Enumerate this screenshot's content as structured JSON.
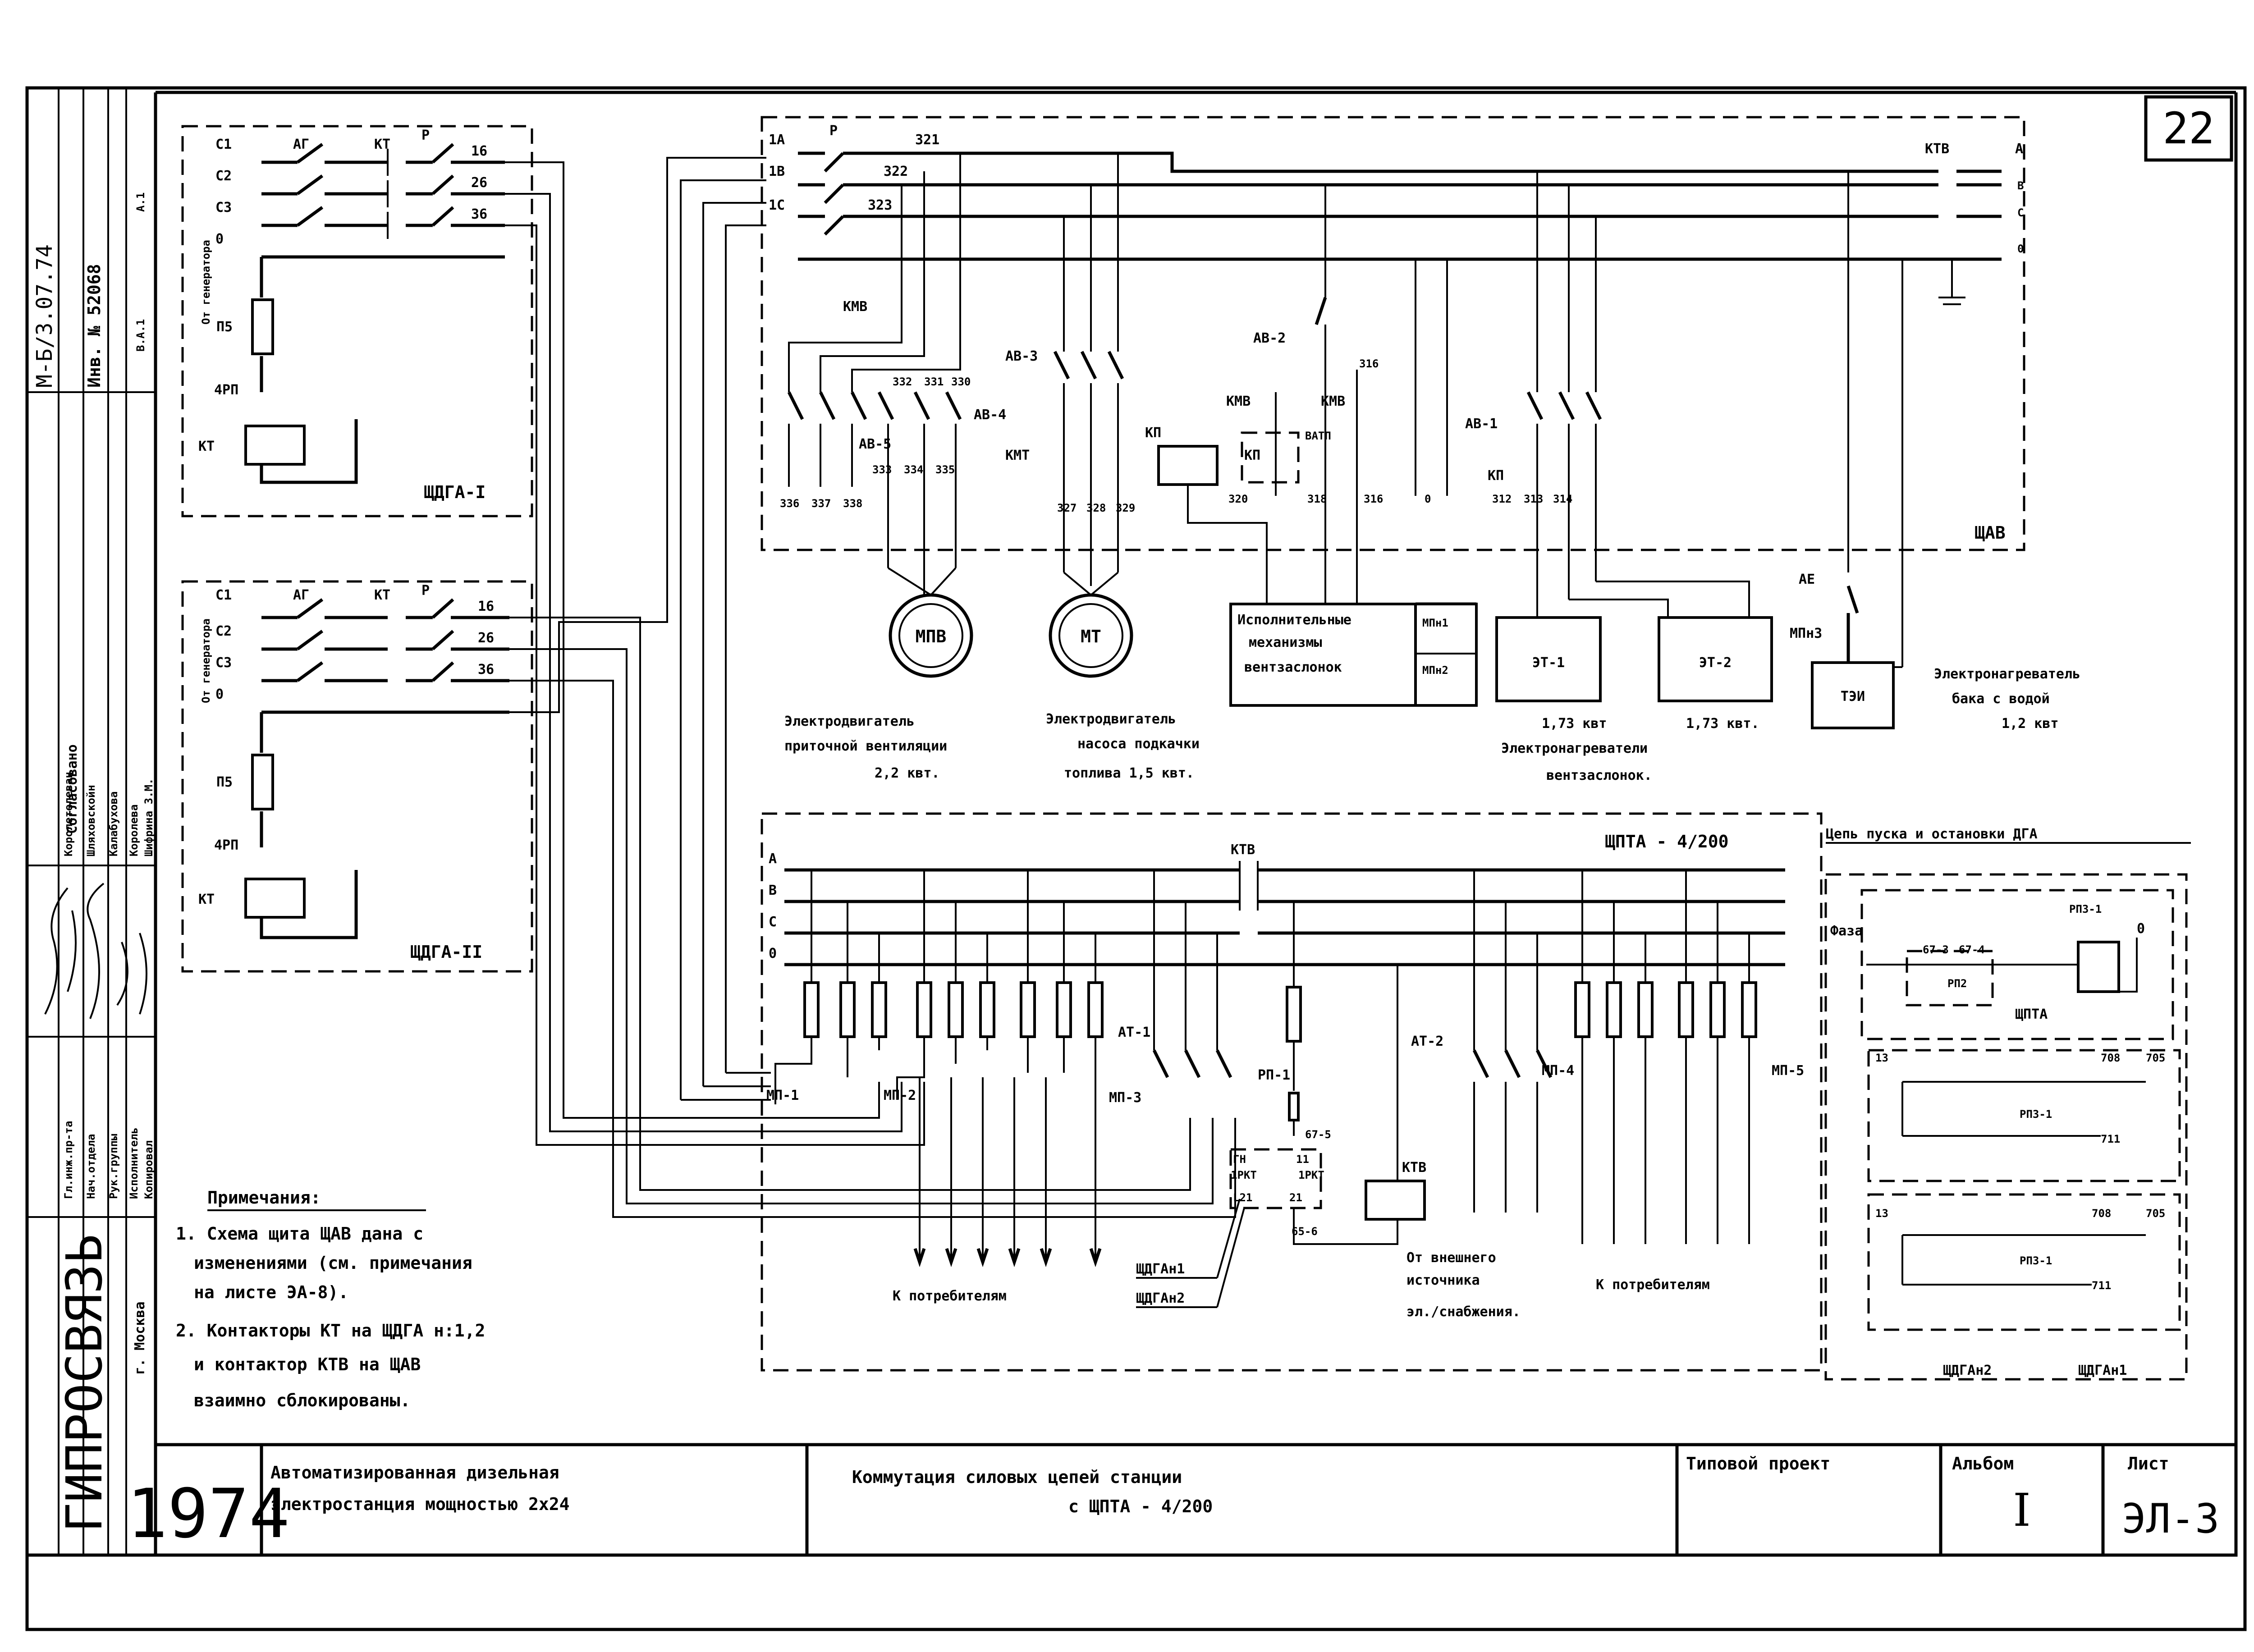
{
  "sheet_number": "22",
  "side_stamp": {
    "code": "М-Б/3.07.74",
    "inventory": "Инв. № 52068",
    "marks": [
      "А.1",
      "В.А.1"
    ],
    "agreed": "Согласовано",
    "roles": [
      "Гл.инж.пр-та",
      "Нач.отдела",
      "Рук.группы",
      "Исполнитель",
      "Копировал"
    ],
    "names": [
      "Королетелеван",
      "Шляховскойн",
      "Калабухова",
      "Королева",
      "Шифрина З.М."
    ],
    "org": "ГИПРОСВЯЗЬ",
    "city": "г. Москва"
  },
  "panels": {
    "sdga1": {
      "label": "ЩДГА-I",
      "gen": "От генератора",
      "phases": [
        "С1",
        "С2",
        "С3",
        "0"
      ],
      "outs": [
        "16",
        "26",
        "36"
      ],
      "ag": "АГ",
      "kt": "КТ",
      "p": "Р",
      "p5": "П5",
      "rp": "4РП",
      "coil": "КТ"
    },
    "sdga2": {
      "label": "ЩДГА-II",
      "gen": "От генератора",
      "phases": [
        "С1",
        "С2",
        "С3",
        "0"
      ],
      "outs": [
        "16",
        "26",
        "36"
      ],
      "ag": "АГ",
      "kt": "КТ",
      "p": "Р",
      "p5": "П5",
      "rp": "4РП",
      "coil": "КТ"
    },
    "shav": {
      "label": "ЩАВ",
      "bus": [
        "1А",
        "1В",
        "1С"
      ],
      "p": "Р",
      "nums": [
        "321",
        "322",
        "323"
      ],
      "ktv": "КТВ",
      "phases": [
        "А",
        "В",
        "С",
        "0"
      ],
      "kmv": "КМВ",
      "av5": "АВ-5",
      "av4": "АВ-4",
      "av3": "АВ-3",
      "kmt": "КМТ",
      "kp": "КП",
      "av2": "АВ-2",
      "n316": "316",
      "kmv2": "КМВ",
      "kmv3": "КМВ",
      "vatp": "ВАТП",
      "kp2": "КП",
      "av1": "АВ-1",
      "kp3": "КП",
      "ae": "АЕ",
      "mpn3": "МПн3",
      "top_terms": [
        "332",
        "331",
        "330"
      ],
      "terms_a": [
        "336",
        "337",
        "338"
      ],
      "terms_b": [
        "333",
        "334",
        "335"
      ],
      "terms_c": [
        "327",
        "328",
        "329"
      ],
      "terms_d": [
        "320",
        "318",
        "316",
        "0"
      ],
      "terms_e": [
        "312",
        "313",
        "314"
      ]
    },
    "shpta": {
      "label": "ЩПТА - 4/200",
      "ktv": "КТВ",
      "phases": [
        "А",
        "В",
        "С",
        "0"
      ],
      "mp1": "МП-1",
      "mp2": "МП-2",
      "at1": "АТ-1",
      "mp3": "МП-3",
      "rp1": "РП-1",
      "at2": "АТ-2",
      "mp4": "МП-4",
      "mp5": "МП-5",
      "n675": "67-5",
      "n656": "65-6",
      "gn": "ГН",
      "rkt1": "1РКТ",
      "rkt2": "1РКТ",
      "n11": "11",
      "n21": "21",
      "l21": "L21",
      "coil": "КТВ"
    }
  },
  "devices": {
    "mpv": "МПВ",
    "mt": "МТ",
    "mpv_caption": [
      "Электродвигатель",
      "приточной вентиляции",
      "2,2 квт."
    ],
    "mt_caption": [
      "Электродвигатель",
      "насоса подкачки",
      "топлива 1,5 квт."
    ],
    "exec": [
      "Исполнительные",
      "механизмы",
      "вентзаслонок"
    ],
    "mpn1": "МПн1",
    "mpn2": "МПн2",
    "et1": "ЭТ-1",
    "et2": "ЭТ-2",
    "et1_power": "1,73 квт",
    "et2_power": "1,73 квт.",
    "et_caption": [
      "Электронагреватели",
      "вентзаслонок."
    ],
    "tei": "ТЭИ",
    "tei_caption": [
      "Электронагреватель",
      "бака с водой",
      "1,2 квт"
    ]
  },
  "captions": {
    "consumers_left": "К потребителям",
    "consumers_right": "К потребителям",
    "sdga_n1": "ЩДГАн1",
    "sdga_n2": "ЩДГАн2",
    "external": [
      "От внешнего",
      "источника",
      "эл./снабжения."
    ]
  },
  "start_circuit": {
    "title": "Цепь пуска и остановки ДГА",
    "phase": "Фаза",
    "rpz1": "РПЗ-1",
    "zero": "0",
    "n673": "67-3",
    "n674": "67-4",
    "rp2": "РП2",
    "shpta": "ЩПТА",
    "a": {
      "n13": "13",
      "n708": "708",
      "n705": "705",
      "rpz": "РПЗ-1",
      "n711": "711"
    },
    "b": {
      "n13": "13",
      "n708": "708",
      "n705": "705",
      "rpz": "РПЗ-1",
      "n711": "711"
    },
    "sdga2": "ЩДГАн2",
    "sdga1": "ЩДГАн1"
  },
  "notes": {
    "title": "Примечания:",
    "lines": [
      "1. Схема щита ЩАВ дана с",
      "изменениями (см. примечания",
      "на листе ЭА-8).",
      "2. Контакторы КТ на ЩДГА н:1,2",
      "и контактор КТВ на ЩАВ",
      "взаимно сблокированы."
    ]
  },
  "title_block": {
    "year": "1974",
    "project": [
      "Автоматизированная дизельная",
      "электростанция мощностью 2х24"
    ],
    "sheet_title": [
      "Коммутация силовых цепей станции",
      "с ЩПТА - 4/200"
    ],
    "typical": "Типовой проект",
    "album_label": "Альбом",
    "album": "I",
    "sheet_label": "Лист",
    "sheet": "ЭЛ-3"
  }
}
